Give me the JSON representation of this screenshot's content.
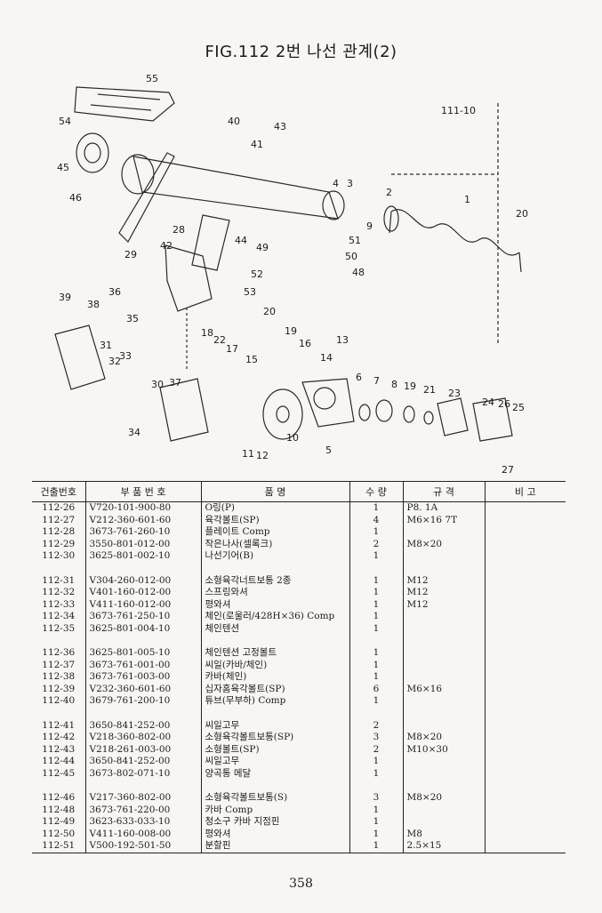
{
  "page": {
    "title": "FIG.112 2번 나선 관계(2)",
    "page_number": "358"
  },
  "diagram": {
    "callouts": [
      "55",
      "54",
      "40",
      "43",
      "41",
      "111-10",
      "45",
      "46",
      "4",
      "3",
      "2",
      "1",
      "20",
      "9",
      "28",
      "44",
      "49",
      "51",
      "50",
      "42",
      "29",
      "52",
      "48",
      "53",
      "36",
      "39",
      "38",
      "35",
      "20",
      "19",
      "16",
      "13",
      "18",
      "22",
      "17",
      "15",
      "14",
      "31",
      "32",
      "33",
      "30",
      "37",
      "6",
      "7",
      "8",
      "19",
      "21",
      "23",
      "34",
      "24",
      "26",
      "25",
      "11",
      "12",
      "10",
      "5",
      "27"
    ]
  },
  "table": {
    "headers": [
      "건출번호",
      "부 품 번 호",
      "품          명",
      "수 량",
      "규     격",
      "비 고"
    ],
    "groups": [
      [
        {
          "no": "112-26",
          "part": "V720-101-900-80",
          "name": "O링(P)",
          "qty": "1",
          "spec": "P8. 1A"
        },
        {
          "no": "112-27",
          "part": "V212-360-601-60",
          "name": "육각볼트(SP)",
          "qty": "4",
          "spec": "M6×16 7T"
        },
        {
          "no": "112-28",
          "part": "3673-761-260-10",
          "name": "플레이트 Comp",
          "qty": "1",
          "spec": ""
        },
        {
          "no": "112-29",
          "part": "3550-801-012-00",
          "name": "작은나사(셀록크)",
          "qty": "2",
          "spec": "M8×20"
        },
        {
          "no": "112-30",
          "part": "3625-801-002-10",
          "name": "나선기어(B)",
          "qty": "1",
          "spec": ""
        }
      ],
      [
        {
          "no": "112-31",
          "part": "V304-260-012-00",
          "name": "소형육각너트보통 2종",
          "qty": "1",
          "spec": "M12"
        },
        {
          "no": "112-32",
          "part": "V401-160-012-00",
          "name": "스프링와셔",
          "qty": "1",
          "spec": "M12"
        },
        {
          "no": "112-33",
          "part": "V411-160-012-00",
          "name": "평와셔",
          "qty": "1",
          "spec": "M12"
        },
        {
          "no": "112-34",
          "part": "3673-761-250-10",
          "name": "체인(로울러/428H×36) Comp",
          "qty": "1",
          "spec": ""
        },
        {
          "no": "112-35",
          "part": "3625-801-004-10",
          "name": "체인텐션",
          "qty": "1",
          "spec": ""
        }
      ],
      [
        {
          "no": "112-36",
          "part": "3625-801-005-10",
          "name": "체인텐션 고정볼트",
          "qty": "1",
          "spec": ""
        },
        {
          "no": "112-37",
          "part": "3673-761-001-00",
          "name": "씨일(카바/체인)",
          "qty": "1",
          "spec": ""
        },
        {
          "no": "112-38",
          "part": "3673-761-003-00",
          "name": "카바(체인)",
          "qty": "1",
          "spec": ""
        },
        {
          "no": "112-39",
          "part": "V232-360-601-60",
          "name": "십자홈육각볼트(SP)",
          "qty": "6",
          "spec": "M6×16"
        },
        {
          "no": "112-40",
          "part": "3679-761-200-10",
          "name": "튜브(무부하) Comp",
          "qty": "1",
          "spec": ""
        }
      ],
      [
        {
          "no": "112-41",
          "part": "3650-841-252-00",
          "name": "씨일고무",
          "qty": "2",
          "spec": ""
        },
        {
          "no": "112-42",
          "part": "V218-360-802-00",
          "name": "소형육각볼트보통(SP)",
          "qty": "3",
          "spec": "M8×20"
        },
        {
          "no": "112-43",
          "part": "V218-261-003-00",
          "name": "소형볼트(SP)",
          "qty": "2",
          "spec": "M10×30"
        },
        {
          "no": "112-44",
          "part": "3650-841-252-00",
          "name": "씨일고무",
          "qty": "1",
          "spec": ""
        },
        {
          "no": "112-45",
          "part": "3673-802-071-10",
          "name": "양곡통 메달",
          "qty": "1",
          "spec": ""
        }
      ],
      [
        {
          "no": "112-46",
          "part": "V217-360-802-00",
          "name": "소형육각볼트보통(S)",
          "qty": "3",
          "spec": "M8×20"
        },
        {
          "no": "112-48",
          "part": "3673-761-220-00",
          "name": "카바 Comp",
          "qty": "1",
          "spec": ""
        },
        {
          "no": "112-49",
          "part": "3623-633-033-10",
          "name": "청소구 카바 지점핀",
          "qty": "1",
          "spec": ""
        },
        {
          "no": "112-50",
          "part": "V411-160-008-00",
          "name": "평와셔",
          "qty": "1",
          "spec": "M8"
        },
        {
          "no": "112-51",
          "part": "V500-192-501-50",
          "name": "분할핀",
          "qty": "1",
          "spec": "2.5×15"
        }
      ]
    ]
  }
}
